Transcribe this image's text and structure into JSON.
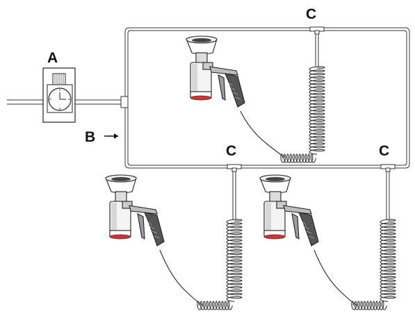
{
  "labels": {
    "a": "A",
    "b": "B",
    "c_top": "C",
    "c_mid": "C",
    "c_right": "C"
  },
  "colors": {
    "line": "#333333",
    "base_ring": "#c23b3b",
    "grip": "#555555"
  }
}
